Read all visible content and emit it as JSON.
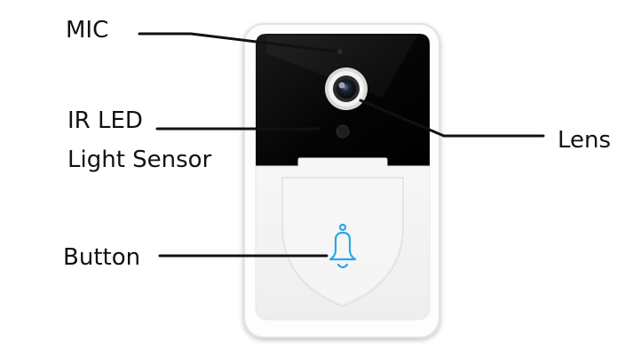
{
  "labels": {
    "mic": "MIC",
    "ir_led": "IR LED",
    "light_sensor": "Light Sensor",
    "lens": "Lens",
    "button": "Button"
  },
  "colors": {
    "device_body": "#fdfdfd",
    "device_outline": "#e2e2e2",
    "camera_panel": "#0b0b0b",
    "button_panel": "#f2f2f2",
    "bell_icon": "#2ba8e6",
    "leader_line": "#111111"
  },
  "icons": {
    "button_icon": "bell-icon"
  }
}
